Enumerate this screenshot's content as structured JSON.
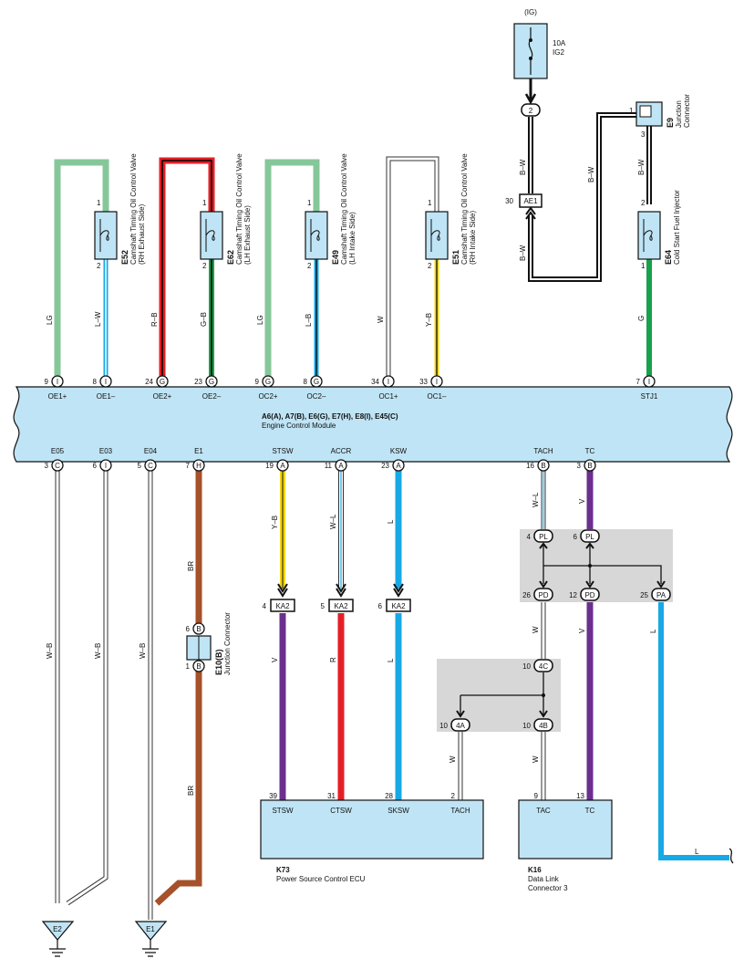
{
  "ig_label": "(IG)",
  "fuse": {
    "rating": "10A",
    "name": "IG2"
  },
  "ecm": {
    "title": "A6(A), A7(B), E6(G), E7(H), E8(I), E45(C)",
    "name": "Engine Control Module",
    "top_pins": [
      {
        "num": "9",
        "conn": "I",
        "label": "OE1+"
      },
      {
        "num": "8",
        "conn": "I",
        "label": "OE1–"
      },
      {
        "num": "24",
        "conn": "G",
        "label": "OE2+"
      },
      {
        "num": "23",
        "conn": "G",
        "label": "OE2–"
      },
      {
        "num": "9",
        "conn": "G",
        "label": "OC2+"
      },
      {
        "num": "8",
        "conn": "G",
        "label": "OC2–"
      },
      {
        "num": "34",
        "conn": "I",
        "label": "OC1+"
      },
      {
        "num": "33",
        "conn": "I",
        "label": "OC1–"
      },
      {
        "num": "7",
        "conn": "I",
        "label": "STJ1"
      }
    ],
    "bottom_pins": [
      {
        "num": "3",
        "conn": "C",
        "label": "E05"
      },
      {
        "num": "6",
        "conn": "I",
        "label": "E03"
      },
      {
        "num": "5",
        "conn": "C",
        "label": "E04"
      },
      {
        "num": "7",
        "conn": "H",
        "label": "E1"
      },
      {
        "num": "19",
        "conn": "A",
        "label": "STSW"
      },
      {
        "num": "11",
        "conn": "A",
        "label": "ACCR"
      },
      {
        "num": "23",
        "conn": "A",
        "label": "KSW"
      },
      {
        "num": "16",
        "conn": "B",
        "label": "TACH"
      },
      {
        "num": "3",
        "conn": "B",
        "label": "TC"
      }
    ]
  },
  "valves": [
    {
      "code": "E52",
      "line1": "Camshaft Timing Oil Control Valve",
      "line2": "(RH Exhaust Side)",
      "pin1": "1",
      "pin2": "2"
    },
    {
      "code": "E62",
      "line1": "Camshaft Timing Oil Control Valve",
      "line2": "(LH Exhaust Side)",
      "pin1": "1",
      "pin2": "2"
    },
    {
      "code": "E49",
      "line1": "Camshaft Timing Oil Control Valve",
      "line2": "(LH Intake Side)",
      "pin1": "1",
      "pin2": "2"
    },
    {
      "code": "E51",
      "line1": "Camshaft Timing Oil Control Valve",
      "line2": "(RH Intake Side)",
      "pin1": "1",
      "pin2": "2"
    }
  ],
  "injector": {
    "code": "E64",
    "name": "Cold Start Fuel Injector",
    "pin1": "2",
    "pin2": "1"
  },
  "junction_e9": {
    "code": "E9",
    "line1": "Junction",
    "line2": "Connector",
    "pin1": "1",
    "pin3": "3"
  },
  "junction_e10": {
    "code": "E10(B)",
    "name": "Junction Connector",
    "pin_top": "6",
    "pin_bottom": "1",
    "conn": "B"
  },
  "ig_conn": {
    "pin": "2"
  },
  "ae1": {
    "num": "30",
    "label": "AE1"
  },
  "wire_labels": {
    "lg1": "LG",
    "lw": "L–W",
    "rb": "R–B",
    "gb": "G–B",
    "lg2": "LG",
    "lb": "L–B",
    "w_oc": "W",
    "yb_oc": "Y–B",
    "g_inj": "G",
    "bw1": "B–W",
    "bw2": "B–W",
    "bw3": "B–W",
    "bw4": "B–W",
    "wb1": "W–B",
    "wb2": "W–B",
    "wb3": "W–B",
    "br1": "BR",
    "br2": "BR",
    "yb": "Y–B",
    "wl": "W–L",
    "l1": "L",
    "v1": "V",
    "r1": "R",
    "l2": "L",
    "wl2": "W–L",
    "v2": "V",
    "w2": "W",
    "v3": "V",
    "l3": "L",
    "w3": "W",
    "w4": "W",
    "l4": "L"
  },
  "ka2": [
    {
      "num": "4",
      "label": "KA2"
    },
    {
      "num": "5",
      "label": "KA2"
    },
    {
      "num": "6",
      "label": "KA2"
    }
  ],
  "pl": [
    {
      "num": "4",
      "label": "PL"
    },
    {
      "num": "6",
      "label": "PL"
    }
  ],
  "pd": [
    {
      "num": "26",
      "label": "PD"
    },
    {
      "num": "12",
      "label": "PD"
    }
  ],
  "pa": {
    "num": "25",
    "label": "PA"
  },
  "c4c": {
    "num": "10",
    "label": "4C"
  },
  "c4a": {
    "num": "10",
    "label": "4A"
  },
  "c4b": {
    "num": "10",
    "label": "4B"
  },
  "k73": {
    "code": "K73",
    "name": "Power Source Control ECU",
    "pins": [
      {
        "num": "39",
        "label": "STSW"
      },
      {
        "num": "31",
        "label": "CTSW"
      },
      {
        "num": "28",
        "label": "SKSW"
      },
      {
        "num": "2",
        "label": "TACH"
      }
    ]
  },
  "k16": {
    "code": "K16",
    "line1": "Data Link",
    "line2": "Connector 3",
    "pins": [
      {
        "num": "9",
        "label": "TAC"
      },
      {
        "num": "13",
        "label": "TC"
      }
    ]
  },
  "grounds": [
    {
      "label": "E2"
    },
    {
      "label": "E1"
    }
  ],
  "colors": {
    "box_fill": "#bfe4f5",
    "lg": "#86c79a",
    "l": "#17a9e6",
    "r": "#e41e25",
    "g": "#17a14a",
    "y": "#f5d515",
    "v": "#6b2f8f",
    "br": "#a5512a",
    "gray_panel": "#d7d7d7"
  }
}
